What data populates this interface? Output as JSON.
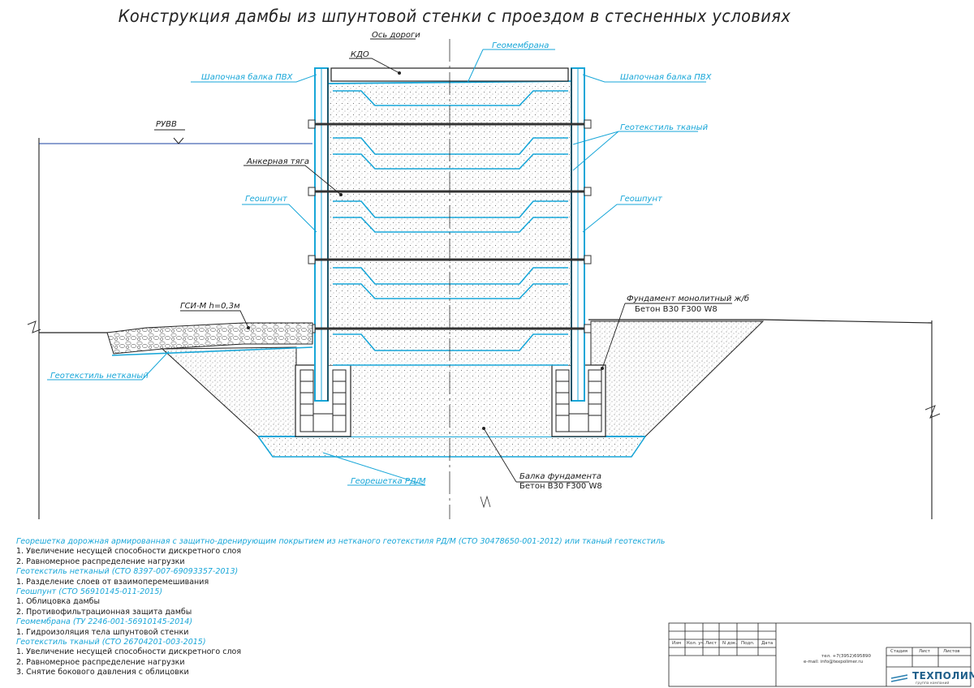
{
  "title": "Конструкция дамбы из шпунтовой стенки с проездом в стесненных условиях",
  "labels": {
    "road_axis": "Ось дороги",
    "kdo": "КДО",
    "geomembrane": "Геомембрана",
    "cap_beam_left": "Шапочная балка ПВХ",
    "cap_beam_right": "Шапочная балка ПВХ",
    "ruvv": "РУВВ",
    "geotextile_woven": "Геотекстиль тканый",
    "anchor_rod": "Анкерная тяга",
    "geosheet_left": "Геошпунт",
    "geosheet_right": "Геошпунт",
    "gsi": "ГСИ-М h=0,3м",
    "foundation_title": "Фундамент монолитный ж/б",
    "foundation_concrete": "Бетон В30 F300 W8",
    "geotextile_nonwoven": "Геотекстиль нетканый",
    "foundation_beam_title": "Балка фундамента",
    "foundation_beam_concrete": "Бетон В30 F300 W8",
    "geogrid": "Георешетка РД/М"
  },
  "notes": [
    {
      "type": "heading",
      "text": "Георешетка дорожная армированная с защитно-дренирующим покрытием из нетканого геотекстиля РД/М (СТО 30478650-001-2012) или тканый геотекстиль"
    },
    {
      "type": "item",
      "text": "1. Увеличение несущей способности дискретного слоя"
    },
    {
      "type": "item",
      "text": "2. Равномерное распределение нагрузки"
    },
    {
      "type": "heading",
      "text": "Геотекстиль нетканый (СТО 8397-007-69093357-2013)"
    },
    {
      "type": "item",
      "text": "1. Разделение слоев от взаимоперемешивания"
    },
    {
      "type": "heading",
      "text": "Геошпунт (СТО 56910145-011-2015)"
    },
    {
      "type": "item",
      "text": "1. Облицовка дамбы"
    },
    {
      "type": "item",
      "text": "2. Противофильтрационная защита дамбы"
    },
    {
      "type": "heading",
      "text": "Геомембрана (ТУ 2246-001-56910145-2014)"
    },
    {
      "type": "item",
      "text": "1. Гидроизоляция тела шпунтовой стенки"
    },
    {
      "type": "heading",
      "text": "Геотекстиль тканый (СТО 26704201-003-2015)"
    },
    {
      "type": "item",
      "text": "1. Увеличение несущей способности дискретного слоя"
    },
    {
      "type": "item",
      "text": "2. Равномерное распределение нагрузки"
    },
    {
      "type": "item",
      "text": "3. Снятие бокового давления с облицовки"
    }
  ],
  "stamp": {
    "columns": [
      "Изм",
      "Кол. уч.",
      "Лист",
      "N док.",
      "Подп.",
      "Дата"
    ],
    "stage_headers": [
      "Стадия",
      "Лист",
      "Листов"
    ],
    "phone": "тел. +7(3952)695890",
    "email": "e-mail: info@texpolimer.ru",
    "logo": "ТЕХПОЛИМЕР",
    "logo_sub": "группа компаний"
  },
  "colors": {
    "line": "#222222",
    "accent": "#17a6d8",
    "water": "#1a3fa0"
  }
}
